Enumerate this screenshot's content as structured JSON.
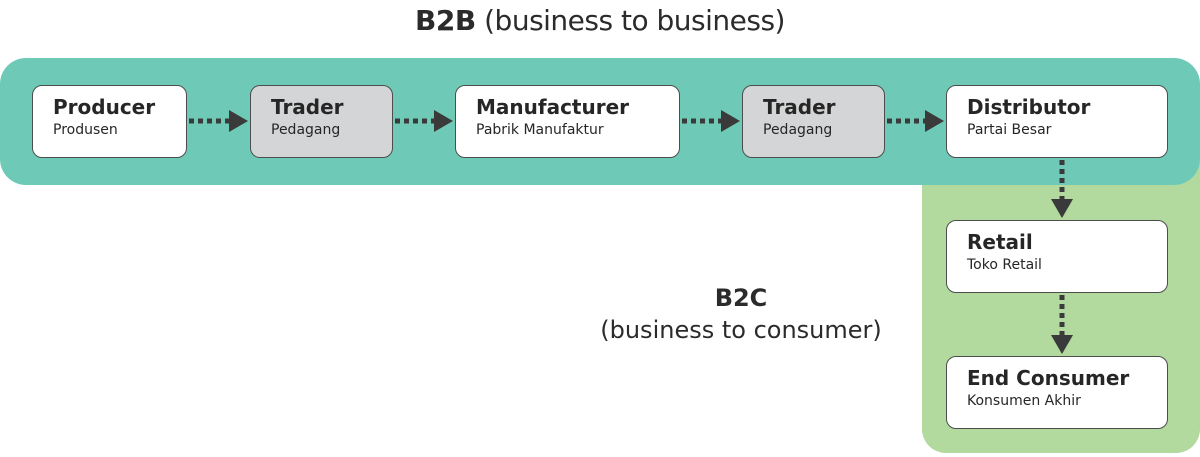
{
  "title": {
    "bold": "B2B",
    "rest": "(business to business)"
  },
  "b2c": {
    "title": "B2C",
    "subtitle": "(business to consumer)"
  },
  "nodes": [
    {
      "label": "Producer",
      "sub": "Produsen"
    },
    {
      "label": "Trader",
      "sub": "Pedagang"
    },
    {
      "label": "Manufacturer",
      "sub": "Pabrik Manufaktur"
    },
    {
      "label": "Trader",
      "sub": "Pedagang"
    },
    {
      "label": "Distributor",
      "sub": "Partai Besar"
    },
    {
      "label": "Retail",
      "sub": "Toko Retail"
    },
    {
      "label": "End Consumer",
      "sub": "Konsumen Akhir"
    }
  ],
  "colors": {
    "b2b_band": "#6ecab6",
    "b2c_band": "#b2d99e",
    "trader_box": "#d4d5d6",
    "arrow": "#3a3a3a"
  }
}
